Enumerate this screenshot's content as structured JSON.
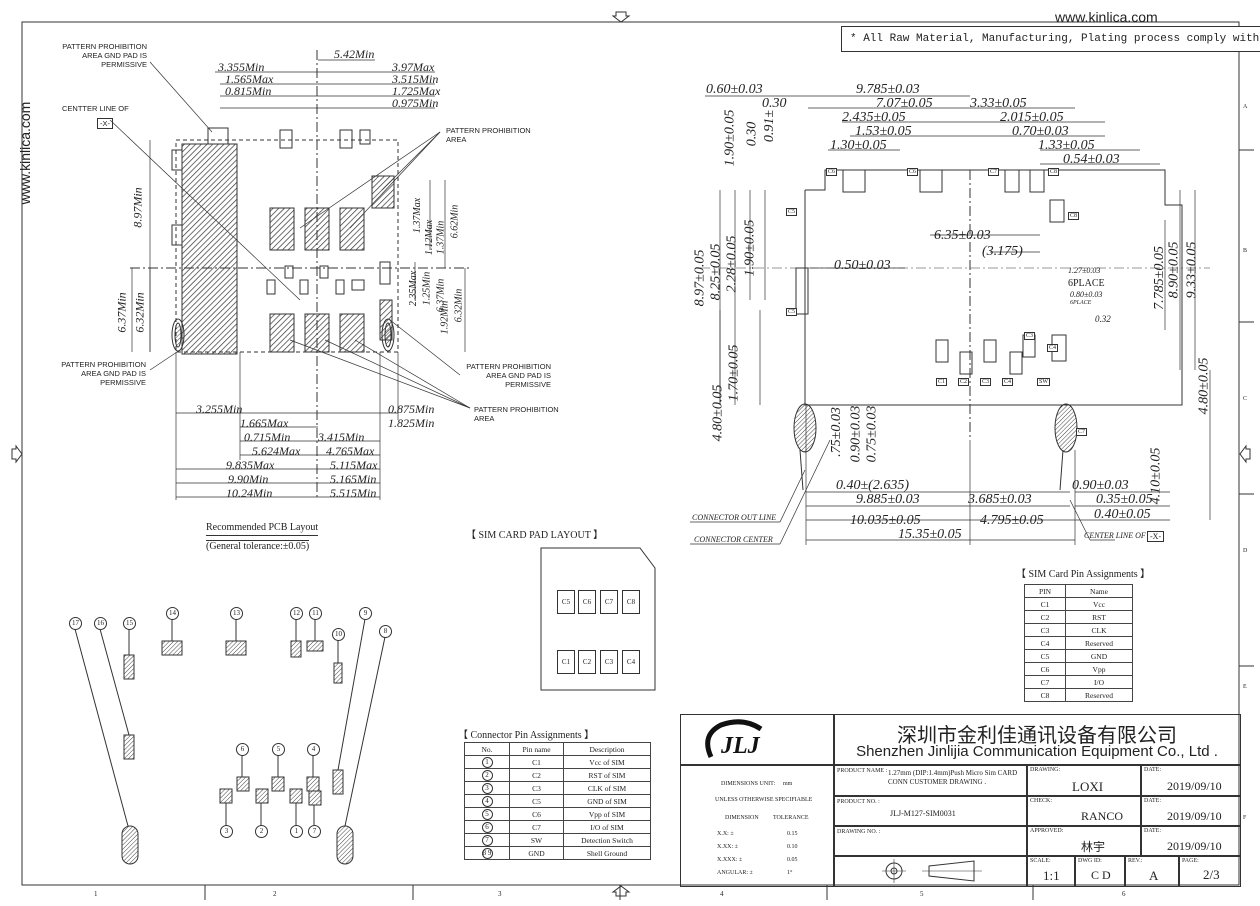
{
  "header": {
    "website": "www.kinlica.com",
    "side_website": "www.kinlica.com",
    "rohs_note": "* All Raw Material, Manufacturing, Plating process comply with ROHS"
  },
  "pcb_layout": {
    "caption": "Recommended PCB Layout",
    "tolerance": "(General tolerance:±0.05)",
    "notes": {
      "top_permissive": "PATTERN PROHIBITION\nAREA GND PAD IS\nPERMISSIVE",
      "center_line": "CENTTER LINE OF",
      "center_box": "-X-",
      "prohibition_top": "PATTERN PROHIBITION\nAREA",
      "bottom_left_permissive": "PATTERN PROHIBITION\nAREA GND PAD IS\nPERMISSIVE",
      "bottom_right_permissive": "PATTERN PROHIBITION\nAREA GND PAD IS\nPERMISSIVE",
      "prohibition_bottom": "PATTERN PROHIBITION\nAREA"
    },
    "top_dims": [
      "5.42Min",
      "3.355Min",
      "3.97Max",
      "1.565Max",
      "3.515Min",
      "0.815Min",
      "1.725Max",
      "0.975Min"
    ],
    "left_dims": [
      "8.97Min",
      "6.37Min",
      "6.32Min"
    ],
    "right_dims": [
      "1.37Max",
      "1.12Max",
      "1.37Min",
      "6.62Min",
      "2.35Max",
      "1.25Min",
      "6.37Min",
      "6.32Min",
      "1.92Min"
    ],
    "bottom_dims": [
      "3.255Min",
      "0.875Min",
      "1.665Max",
      "1.825Min",
      "0.715Min",
      "3.415Min",
      "5.624Max",
      "4.765Max",
      "9.835Max",
      "5.115Max",
      "9.90Min",
      "5.165Min",
      "10.24Min",
      "5.515Min"
    ]
  },
  "connector_view": {
    "top_dims": [
      "0.60±0.03",
      "9.785±0.03",
      "0.30",
      "7.07±0.05",
      "3.33±0.05",
      "2.435±0.05",
      "2.015±0.05",
      "1.53±0.05",
      "0.70±0.03",
      "1.30±0.05",
      "1.33±0.05",
      "0.54±0.03"
    ],
    "left_dims": [
      "1.90±0.05",
      "0.30",
      "0.91±",
      "8.97±0.05",
      "8.25±0.05",
      "2.28±0.05",
      "1.90±0.05",
      "1.70±0.05",
      "4.80±0.05",
      ".75±0.03",
      "0.90±0.03",
      "0.75±0.03"
    ],
    "mid_dims": [
      "6.35±0.03",
      "(3.175)",
      "0.50±0.03",
      "1.27±0.03",
      "6PLACE",
      "0.80±0.03",
      "6PLACE",
      "0.32"
    ],
    "right_dims": [
      "7.785±0.05",
      "8.90±0.05",
      "9.33±0.05",
      "4.80±0.05",
      "4.10±0.05"
    ],
    "bottom_dims": [
      "0.40±(2.635)",
      "0.90±0.03",
      "9.885±0.03",
      "3.685±0.03",
      "0.35±0.05",
      "10.035±0.05",
      "4.795±0.05",
      "0.40±0.05",
      "15.35±0.05"
    ],
    "labels": {
      "connector_out_line": "CONNECTOR OUT LINE",
      "connector_center": "CONNECTOR CENTER",
      "center_line_of": "CENTER LINE OF",
      "center_box": "-X-"
    },
    "pin_tags": [
      "C6",
      "C6",
      "C7",
      "C8",
      "C5",
      "C5",
      "C8",
      "C1",
      "C2",
      "C3",
      "C4",
      "SW",
      "C7",
      "C3",
      "C4"
    ]
  },
  "sim_pad_layout": {
    "title": "【 SIM CARD PAD LAYOUT          】",
    "top_row": [
      "C5",
      "C6",
      "C7",
      "C8"
    ],
    "bottom_row": [
      "C1",
      "C2",
      "C3",
      "C4"
    ]
  },
  "sim_pin_assignments": {
    "title": "【 SIM Card Pin Assignments        】",
    "headers": [
      "PIN",
      "Name"
    ],
    "rows": [
      [
        "C1",
        "Vcc"
      ],
      [
        "C2",
        "RST"
      ],
      [
        "C3",
        "CLK"
      ],
      [
        "C4",
        "Reserved"
      ],
      [
        "C5",
        "GND"
      ],
      [
        "C6",
        "Vpp"
      ],
      [
        "C7",
        "I/O"
      ],
      [
        "C8",
        "Reserved"
      ]
    ]
  },
  "connector_pin_assignments": {
    "title": "【 Connector Pin Assignments        】",
    "headers": [
      "No.",
      "Pin name",
      "Description"
    ],
    "rows": [
      [
        "1",
        "C1",
        "Vcc of SIM"
      ],
      [
        "2",
        "C2",
        "RST of SIM"
      ],
      [
        "3",
        "C3",
        "CLK of SIM"
      ],
      [
        "4",
        "C5",
        "GND of SIM"
      ],
      [
        "5",
        "C6",
        "Vpp of SIM"
      ],
      [
        "6",
        "C7",
        "I/O of SIM"
      ],
      [
        "7",
        "SW",
        "Detection Switch"
      ],
      [
        "8 9",
        "GND",
        "Shell Ground"
      ]
    ]
  },
  "balloons": {
    "numbers": [
      "17",
      "16",
      "15",
      "14",
      "13",
      "12",
      "11",
      "10",
      "9",
      "8",
      "6",
      "5",
      "4",
      "3",
      "2",
      "1",
      "7"
    ]
  },
  "title_block": {
    "company_cn": "深圳市金利佳通讯设备有限公司",
    "company_en": "Shenzhen Jinlijia Communication Equipment Co., Ltd .",
    "logo": "JLJ",
    "dimensions_unit_label": "DIMENSIONS UNIT:",
    "dimensions_unit_value": "mm",
    "unless_spec": "UNLESS OTHERWISE SPECIFIABLE",
    "dim_header": "DIMENSION",
    "tol_header": "TOLERANCE",
    "tolerances": [
      [
        "X.X: ±",
        "0.15"
      ],
      [
        "X.XX: ±",
        "0.10"
      ],
      [
        "X.XXX: ±",
        "0.05"
      ],
      [
        "ANGULAR: ±",
        "1°"
      ]
    ],
    "product_name_label": "PRODUCT NAME :",
    "product_name": "1.27mm (DIP:1.4mm)Push  Micro Sim CARD CONN CUSTOMER DRAWING .",
    "product_no_label": "PRODUCT NO. :",
    "product_no": "JLJ-M127-SIM0031",
    "drawing_no_label": "DRAWING NO. :",
    "drawing_label": "DRAWING:",
    "drawing_by": "LOXI",
    "check_label": "CHECK:",
    "check_by": "RANCO",
    "approved_label": "APPROVED:",
    "approved_by": "林宇",
    "date_label": "DATE:",
    "date_1": "2019/09/10",
    "date_2": "2019/09/10",
    "date_3": "2019/09/10",
    "scale_label": "SCALE:",
    "scale": "1:1",
    "dwg_id_label": "DWG ID:",
    "dwg_id": "C D",
    "rev_label": "REV.:",
    "rev": "A",
    "page_label": "PAGE:",
    "page": "2/3"
  },
  "border": {
    "bottom_zones": [
      "1",
      "2",
      "3",
      "4",
      "5",
      "6"
    ],
    "right_zones": [
      "A",
      "B",
      "C",
      "D",
      "E",
      "F"
    ]
  }
}
